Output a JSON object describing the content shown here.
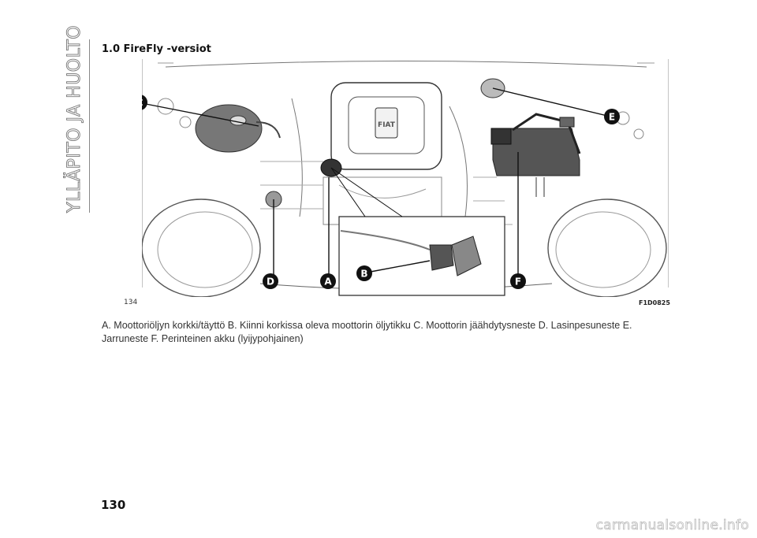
{
  "page": {
    "side_title": "YLLÄPITO JA HUOLTO",
    "section_title": "1.0 FireFly -versiot",
    "figure_number": "134",
    "figure_code": "F1D0825",
    "caption": "A. Moottoriöljyn korkki/täyttö B. Kiinni korkissa oleva moottorin öljytikku C. Moottorin jäähdytysneste D. Lasinpesuneste E. Jarruneste F. Perinteinen akku (lyijypohjainen)",
    "page_number": "130",
    "watermark": "carmanualsonline.info"
  },
  "figure": {
    "callouts": [
      "A",
      "B",
      "C",
      "D",
      "E",
      "F"
    ]
  }
}
